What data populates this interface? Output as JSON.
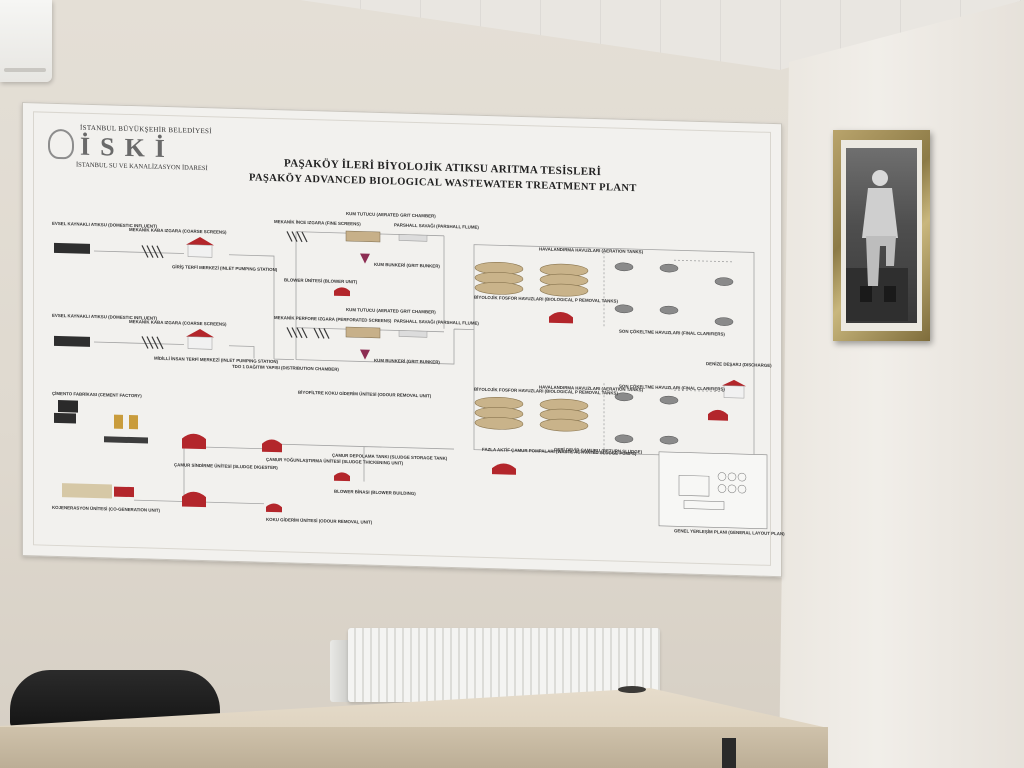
{
  "board": {
    "org_top": "İSTANBUL BÜYÜKŞEHİR BELEDİYESİ",
    "org_logo": "İSKİ",
    "org_bottom": "İSTANBUL SU VE KANALİZASYON İDARESİ",
    "title_tr": "PAŞAKÖY İLERİ BİYOLOJİK ATIKSU ARITMA TESİSLERİ",
    "title_en": "PAŞAKÖY ADVANCED BIOLOGICAL WASTEWATER TREATMENT PLANT"
  },
  "labels": [
    {
      "id": "evsel-1",
      "text": "EVSEL KAYNAKLI ATIKSU (DOMESTIC INFLUENT)"
    },
    {
      "id": "mekanik-kaba-1",
      "text": "MEKANİK KABA IZGARA (COARSE SCREENS)"
    },
    {
      "id": "giris-terfi-1",
      "text": "GİRİŞ TERFİ MERKEZİ (INLET PUMPING STATION)"
    },
    {
      "id": "mekanik-ince-1",
      "text": "MEKANİK İNCE IZGARA (FINE SCREENS)"
    },
    {
      "id": "kum-tutucu-1",
      "text": "KUM TUTUCU (AERATED GRIT CHAMBER)"
    },
    {
      "id": "parshall-1",
      "text": "PARSHALL SAVAĞI (PARSHALL FLUME)"
    },
    {
      "id": "kum-bunkeri-1",
      "text": "KUM BUNKERİ (GRIT BUNKER)"
    },
    {
      "id": "blower-1",
      "text": "BLOWER ÜNİTESİ (BLOWER UNIT)"
    },
    {
      "id": "evsel-2",
      "text": "EVSEL KAYNAKLI ATIKSU (DOMESTIC INFLUENT)"
    },
    {
      "id": "mekanik-kaba-2",
      "text": "MEKANİK KABA IZGARA (COARSE SCREENS)"
    },
    {
      "id": "giris-terfi-2",
      "text": "MİDİLLİ İNSAN TERFİ MERKEZİ (INLET PUMPING STATION)"
    },
    {
      "id": "mekanik-perf",
      "text": "MEKANİK PERFORE IZGARA (PERFORATED SCREENS)"
    },
    {
      "id": "kum-tutucu-2",
      "text": "KUM TUTUCU (AERATED GRIT CHAMBER)"
    },
    {
      "id": "parshall-2",
      "text": "PARSHALL SAVAĞI (PARSHALL FLUME)"
    },
    {
      "id": "kum-bunkeri-2",
      "text": "KUM BUNKERİ (GRIT BUNKER)"
    },
    {
      "id": "tdo",
      "text": "TDO 1 DAĞITIM YAPISI (DISTRIBUTION CHAMBER)"
    },
    {
      "id": "cimento",
      "text": "ÇİMENTO FABRİKASI (CEMENT FACTORY)"
    },
    {
      "id": "kojenerasyon",
      "text": "KOJENERASYON ÜNİTESİ (CO-GENERATION UNIT)"
    },
    {
      "id": "camur-sindirme",
      "text": "ÇAMUR SİNDİRME ÜNİTESİ (SLUDGE DIGESTER)"
    },
    {
      "id": "biofiltre",
      "text": "BİYOFİLTRE KOKU GİDERİM ÜNİTESİ (ODOUR REMOVAL UNIT)"
    },
    {
      "id": "camur-yogunlastirma",
      "text": "ÇAMUR YOĞUNLAŞTIRMA ÜNİTESİ (SLUDGE THICKENING UNIT)"
    },
    {
      "id": "camur-depo",
      "text": "ÇAMUR DEPOLAMA TANKI (SLUDGE STORAGE TANK)"
    },
    {
      "id": "blower-2",
      "text": "BLOWER BİNASI (BLOWER BUILDING)"
    },
    {
      "id": "koku-giderim",
      "text": "KOKU GİDERİM ÜNİTESİ (ODOUR REMOVAL UNIT)"
    },
    {
      "id": "biyo-fosfor-1",
      "text": "BİYOLOJİK FOSFOR HAVUZLARI (BIOLOGICAL P REMOVAL TANKS)"
    },
    {
      "id": "havalandirma-1",
      "text": "HAVALANDIRMA HAVUZLARI (AERATION TANKS)"
    },
    {
      "id": "biyo-fosfor-2",
      "text": "BİYOLOJİK FOSFOR HAVUZLARI (BIOLOGICAL P REMOVAL TANKS)"
    },
    {
      "id": "havalandirma-2",
      "text": "HAVALANDIRMA HAVUZLARI (AERATION TANKS)"
    },
    {
      "id": "son-cokeltme-1",
      "text": "SON ÇÖKELTME HAVUZLARI (FINAL CLARIFIERS)"
    },
    {
      "id": "son-cokeltme-2",
      "text": "SON ÇÖKELTME HAVUZLARI (FINAL CLARIFIERS)"
    },
    {
      "id": "geri-devir",
      "text": "GERİ DEVİR ÇAMURU (RETURN SLUDGE)"
    },
    {
      "id": "fazla-camur",
      "text": "FAZLA AKTİF ÇAMUR POMPALARI (WASTE ACTIVATED SLUDGE PUMPS)"
    },
    {
      "id": "deniz-desarj",
      "text": "DENİZE DEŞARJ (DISCHARGE)"
    },
    {
      "id": "genel-yerlesim",
      "text": "GENEL YERLEŞİM PLANI (GENERAL LAYOUT PLAN)"
    }
  ],
  "colors": {
    "board_bg": "#f2f1ee",
    "accent_red": "#b3262b",
    "tank_tan": "#b79a6b",
    "flow_line": "#9a9a9a"
  }
}
